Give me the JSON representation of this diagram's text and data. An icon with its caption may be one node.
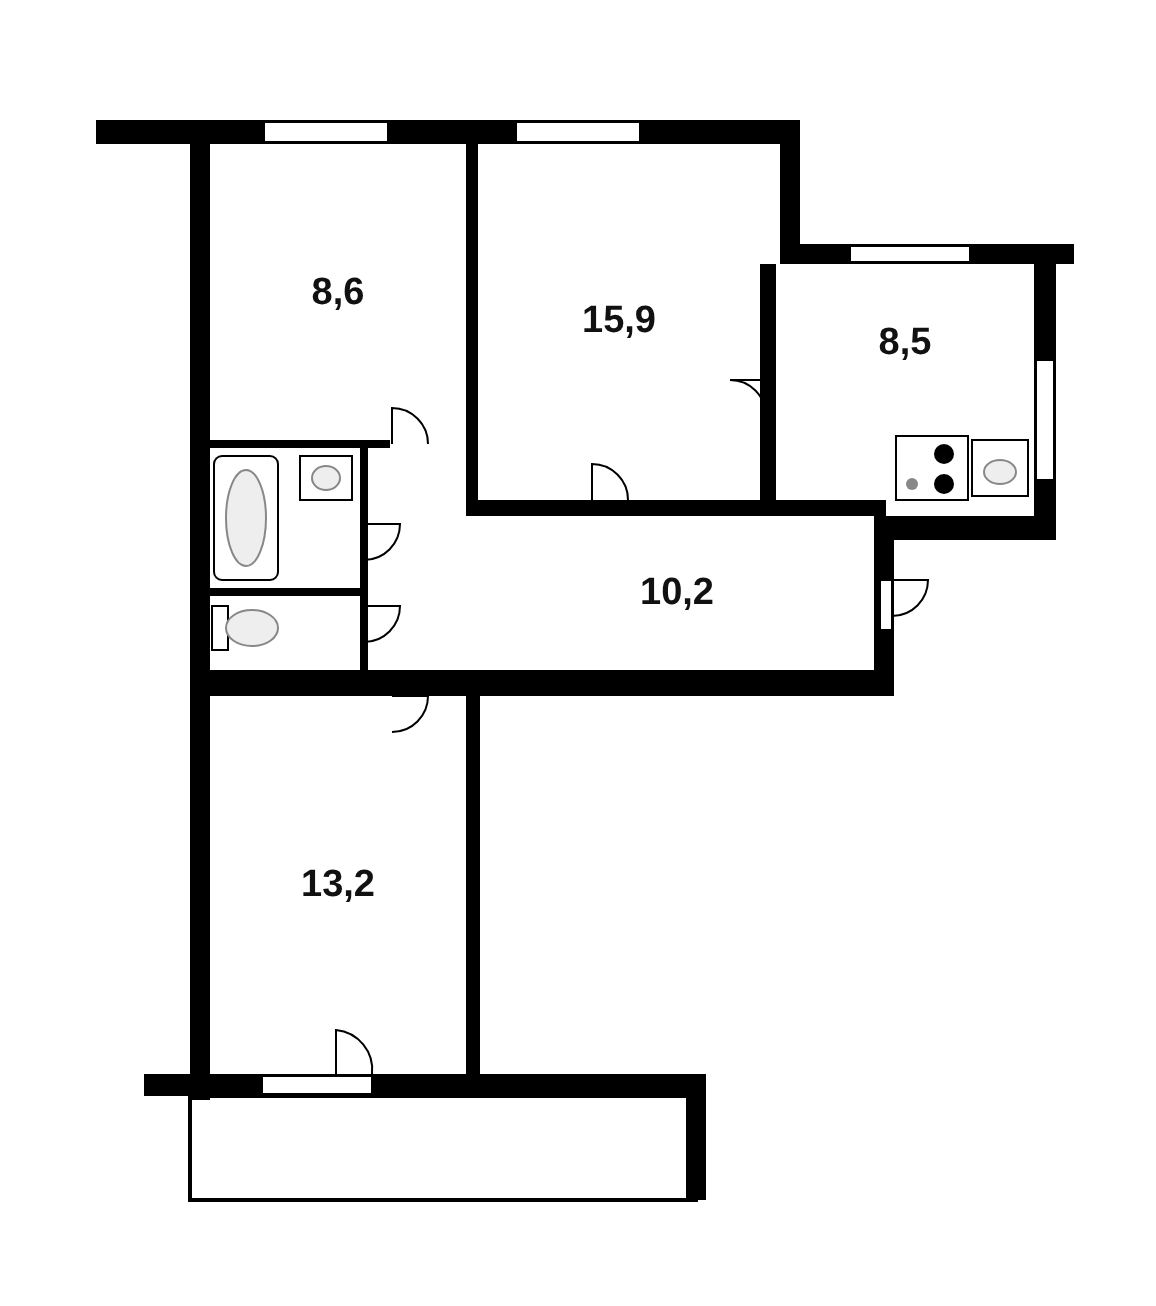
{
  "diagram": {
    "nodes": [
      {
        "text": [
          "8,6"
        ]
      },
      {
        "text": [
          "15,9"
        ]
      },
      {
        "text": [
          "8,5"
        ]
      },
      {
        "text": [
          "10,2"
        ]
      },
      {
        "text": [
          "13,2"
        ]
      }
    ]
  }
}
